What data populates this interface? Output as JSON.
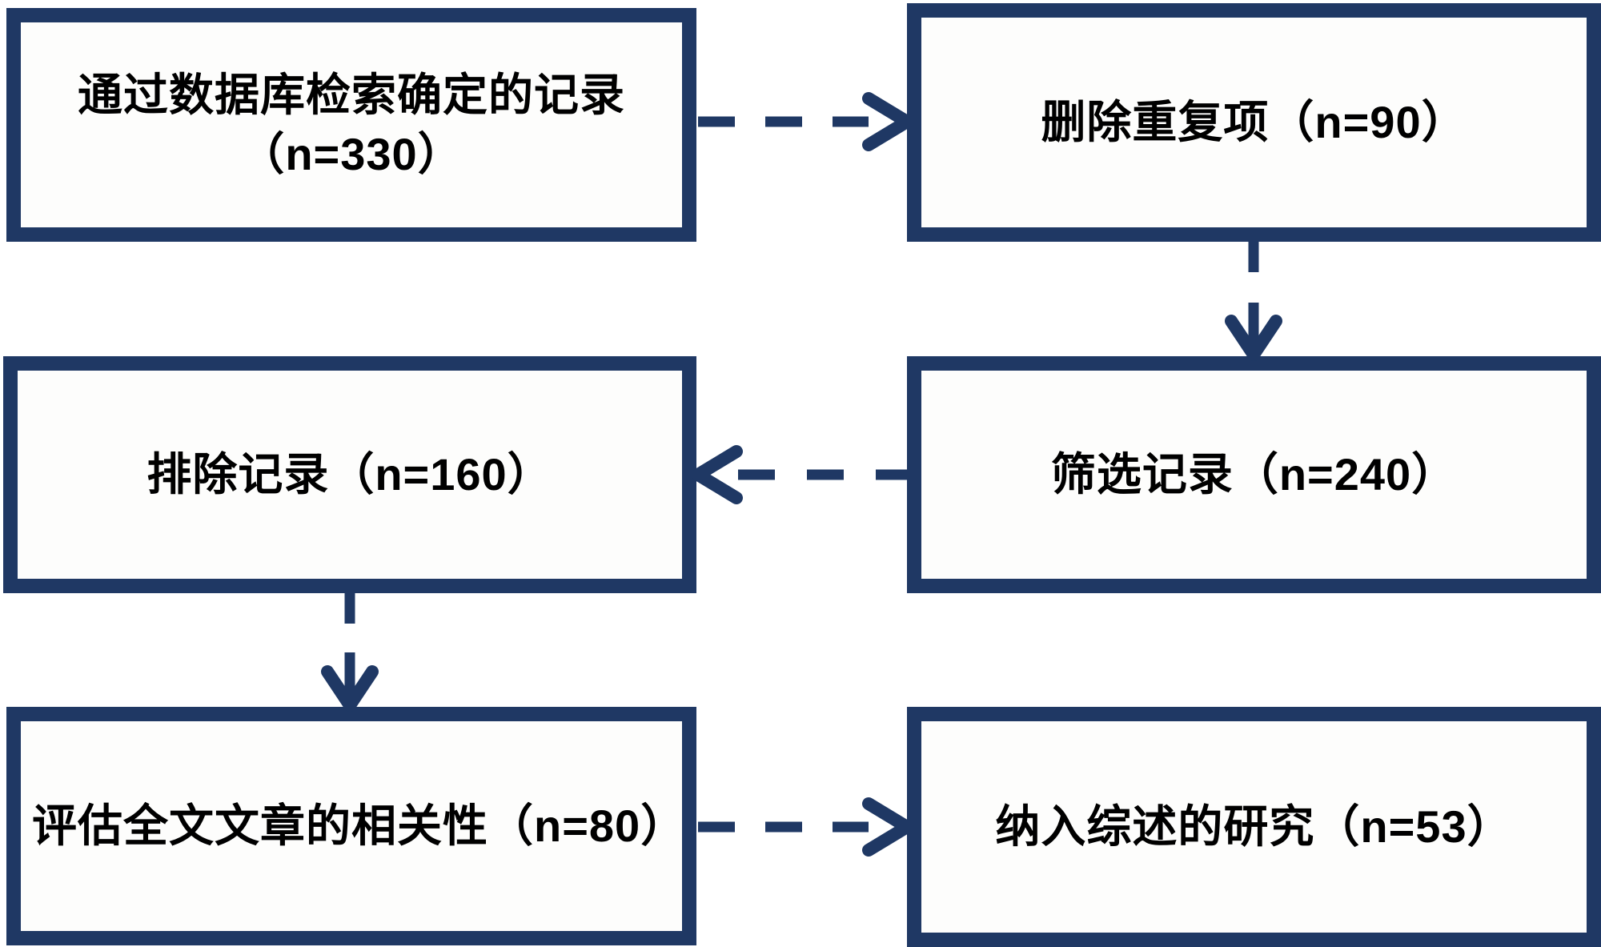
{
  "flowchart": {
    "colors": {
      "accent": "#1f3864",
      "text": "#000000",
      "background": "#ffffff"
    },
    "boxes": [
      {
        "id": "identified-records",
        "label": "通过数据库检索确定的记录\n（n=330）",
        "n": 330
      },
      {
        "id": "duplicates-removed",
        "label": "删除重复项（n=90）",
        "n": 90
      },
      {
        "id": "records-excluded",
        "label": "排除记录（n=160）",
        "n": 160
      },
      {
        "id": "records-screened",
        "label": "筛选记录（n=240）",
        "n": 240
      },
      {
        "id": "fulltext-assessed",
        "label": "评估全文文章的相关性（n=80）",
        "n": 80
      },
      {
        "id": "included-in-review",
        "label": "纳入综述的研究（n=53）",
        "n": 53
      }
    ],
    "arrows": [
      {
        "from": "identified-records",
        "to": "duplicates-removed",
        "style": "dashed",
        "direction": "right"
      },
      {
        "from": "duplicates-removed",
        "to": "records-screened",
        "style": "dashed",
        "direction": "down"
      },
      {
        "from": "records-screened",
        "to": "records-excluded",
        "style": "dashed",
        "direction": "left"
      },
      {
        "from": "records-excluded",
        "to": "fulltext-assessed",
        "style": "dashed",
        "direction": "down"
      },
      {
        "from": "fulltext-assessed",
        "to": "included-in-review",
        "style": "dashed",
        "direction": "right"
      }
    ]
  }
}
